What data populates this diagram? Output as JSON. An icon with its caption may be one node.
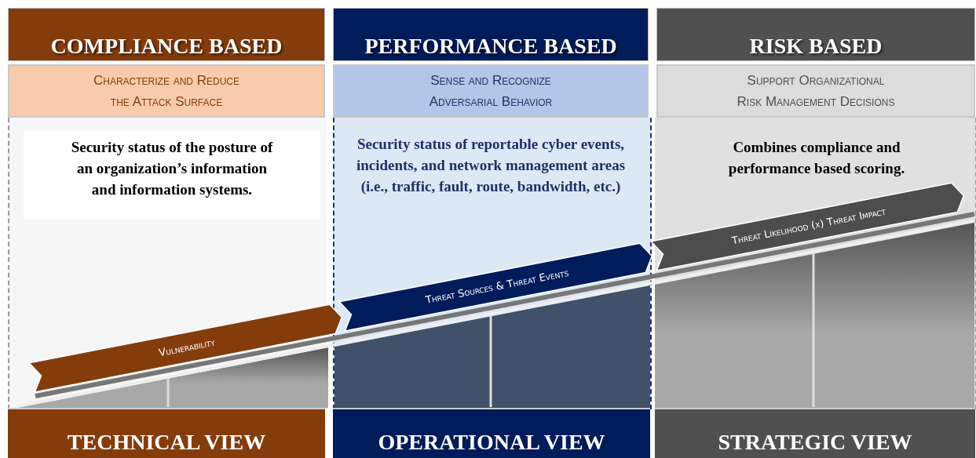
{
  "diagram": {
    "nodes": [
      {
        "text": [
          "COMPLIANCE BASED"
        ]
      },
      {
        "text": [
          "PERFORMANCE BASED"
        ]
      },
      {
        "text": [
          "RISK BASED"
        ]
      },
      {
        "text": [
          "Characterize and Reduce the Attack Surface"
        ]
      },
      {
        "text": [
          "Sense and Recognize Adversarial Behavior"
        ]
      },
      {
        "text": [
          "Support Organizational Risk Management Decisions"
        ]
      },
      {
        "text": [
          "Security status of the posture of an organization’s information and information systems."
        ]
      },
      {
        "text": [
          "Security status of reportable cyber events, incidents, and network management areas (i.e., traffic, fault, route, bandwidth, etc.)"
        ]
      },
      {
        "text": [
          "Combines compliance and performance based scoring."
        ]
      },
      {
        "text": [
          "Vulnerability"
        ]
      },
      {
        "text": [
          "Threat Sources & Threat Events"
        ]
      },
      {
        "text": [
          "Threat Likelihood (x) Threat Impact"
        ]
      },
      {
        "text": [
          "TECHNICAL VIEW"
        ]
      },
      {
        "text": [
          "OPERATIONAL VIEW"
        ]
      },
      {
        "text": [
          "STRATEGIC VIEW"
        ]
      }
    ],
    "edges": []
  }
}
